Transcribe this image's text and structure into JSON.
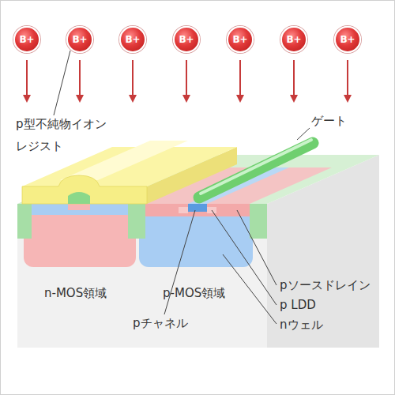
{
  "diagram": {
    "nodes": [
      {
        "text": [
          "B+"
        ]
      },
      {
        "text": [
          "B+"
        ]
      },
      {
        "text": [
          "B+"
        ]
      },
      {
        "text": [
          "B+"
        ]
      },
      {
        "text": [
          "B+"
        ]
      },
      {
        "text": [
          "B+"
        ]
      },
      {
        "text": [
          "B+"
        ]
      }
    ],
    "labels": [
      "p型不純物イオン",
      "レジスト",
      "ゲート",
      "n-MOS領域",
      "p-MOS領域",
      "pチャネル",
      "pソースドレイン",
      "p LDD",
      "nウェル"
    ]
  }
}
